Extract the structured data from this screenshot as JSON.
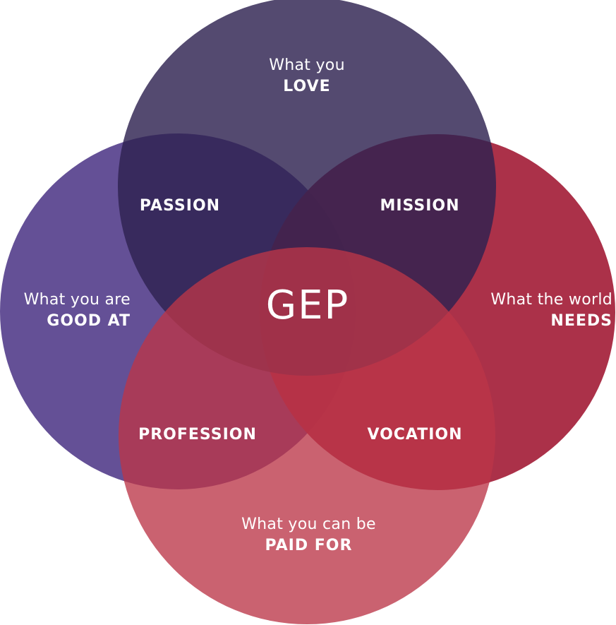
{
  "diagram": {
    "center_label": "GEP",
    "circles": [
      {
        "id": "love",
        "line1": "What you",
        "line2": "LOVE",
        "color": "#2e2250"
      },
      {
        "id": "good",
        "line1": "What you are",
        "line2": "GOOD AT",
        "color": "#5c4790"
      },
      {
        "id": "needs",
        "line1": "What the world",
        "line2": "NEEDS",
        "color": "#a7263f"
      },
      {
        "id": "paid",
        "line1": "What you can be",
        "line2": "PAID FOR",
        "color": "#bb3648"
      }
    ],
    "overlaps": {
      "passion": "PASSION",
      "mission": "MISSION",
      "profession": "PROFESSION",
      "vocation": "VOCATION"
    }
  }
}
